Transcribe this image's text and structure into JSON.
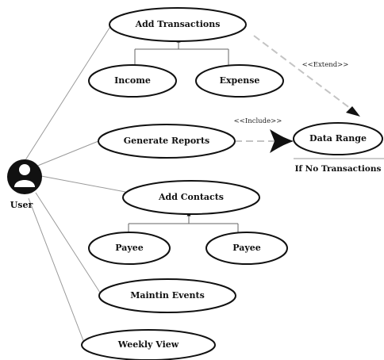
{
  "actor": {
    "label": "User",
    "icon": "user-icon"
  },
  "use_cases": {
    "add_transactions": "Add Transactions",
    "income": "Income",
    "expense": "Expense",
    "generate_reports": "Generate Reports",
    "data_range": "Data Range",
    "add_contacts": "Add Contacts",
    "payee_1": "Payee",
    "payee_2": "Payee",
    "maintain_events": "Maintin Events",
    "weekly_view": "Weekly View"
  },
  "relationships": {
    "extend": "<<Extend>>",
    "include": "<<Include>>"
  },
  "note": "If No Transactions"
}
